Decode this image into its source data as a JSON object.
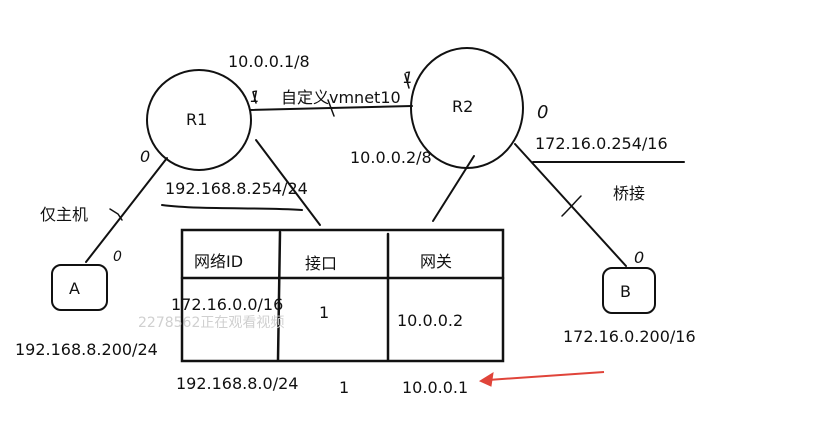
{
  "routers": {
    "r1": {
      "label": "R1"
    },
    "r2": {
      "label": "R2"
    }
  },
  "hosts": {
    "a": {
      "label": "A",
      "ip": "192.168.8.200/24"
    },
    "b": {
      "label": "B",
      "ip": "172.16.0.200/16"
    }
  },
  "links": {
    "r1_r2": {
      "name": "自定义vmnet10",
      "r1_ip": "10.0.0.1/8",
      "r2_ip": "10.0.0.2/8",
      "r1_port": "1",
      "r2_port": "1"
    },
    "r1_a": {
      "name": "仅主机",
      "r1_ip": "192.168.8.254/24",
      "r1_port": "0",
      "a_port": "0"
    },
    "r2_b": {
      "name": "桥接",
      "r2_ip": "172.16.0.254/16",
      "r2_port": "0",
      "b_port": "0"
    }
  },
  "routing_table": {
    "headers": [
      "网络ID",
      "接口",
      "网关"
    ],
    "rows": [
      [
        "172.16.0.0/16",
        "1",
        "10.0.0.2"
      ],
      [
        "192.168.8.0/24",
        "1",
        "10.0.0.1"
      ]
    ]
  },
  "watermark": "2278562正在观看视频",
  "colors": {
    "ink": "#111111",
    "arrow": "#e0443a"
  }
}
